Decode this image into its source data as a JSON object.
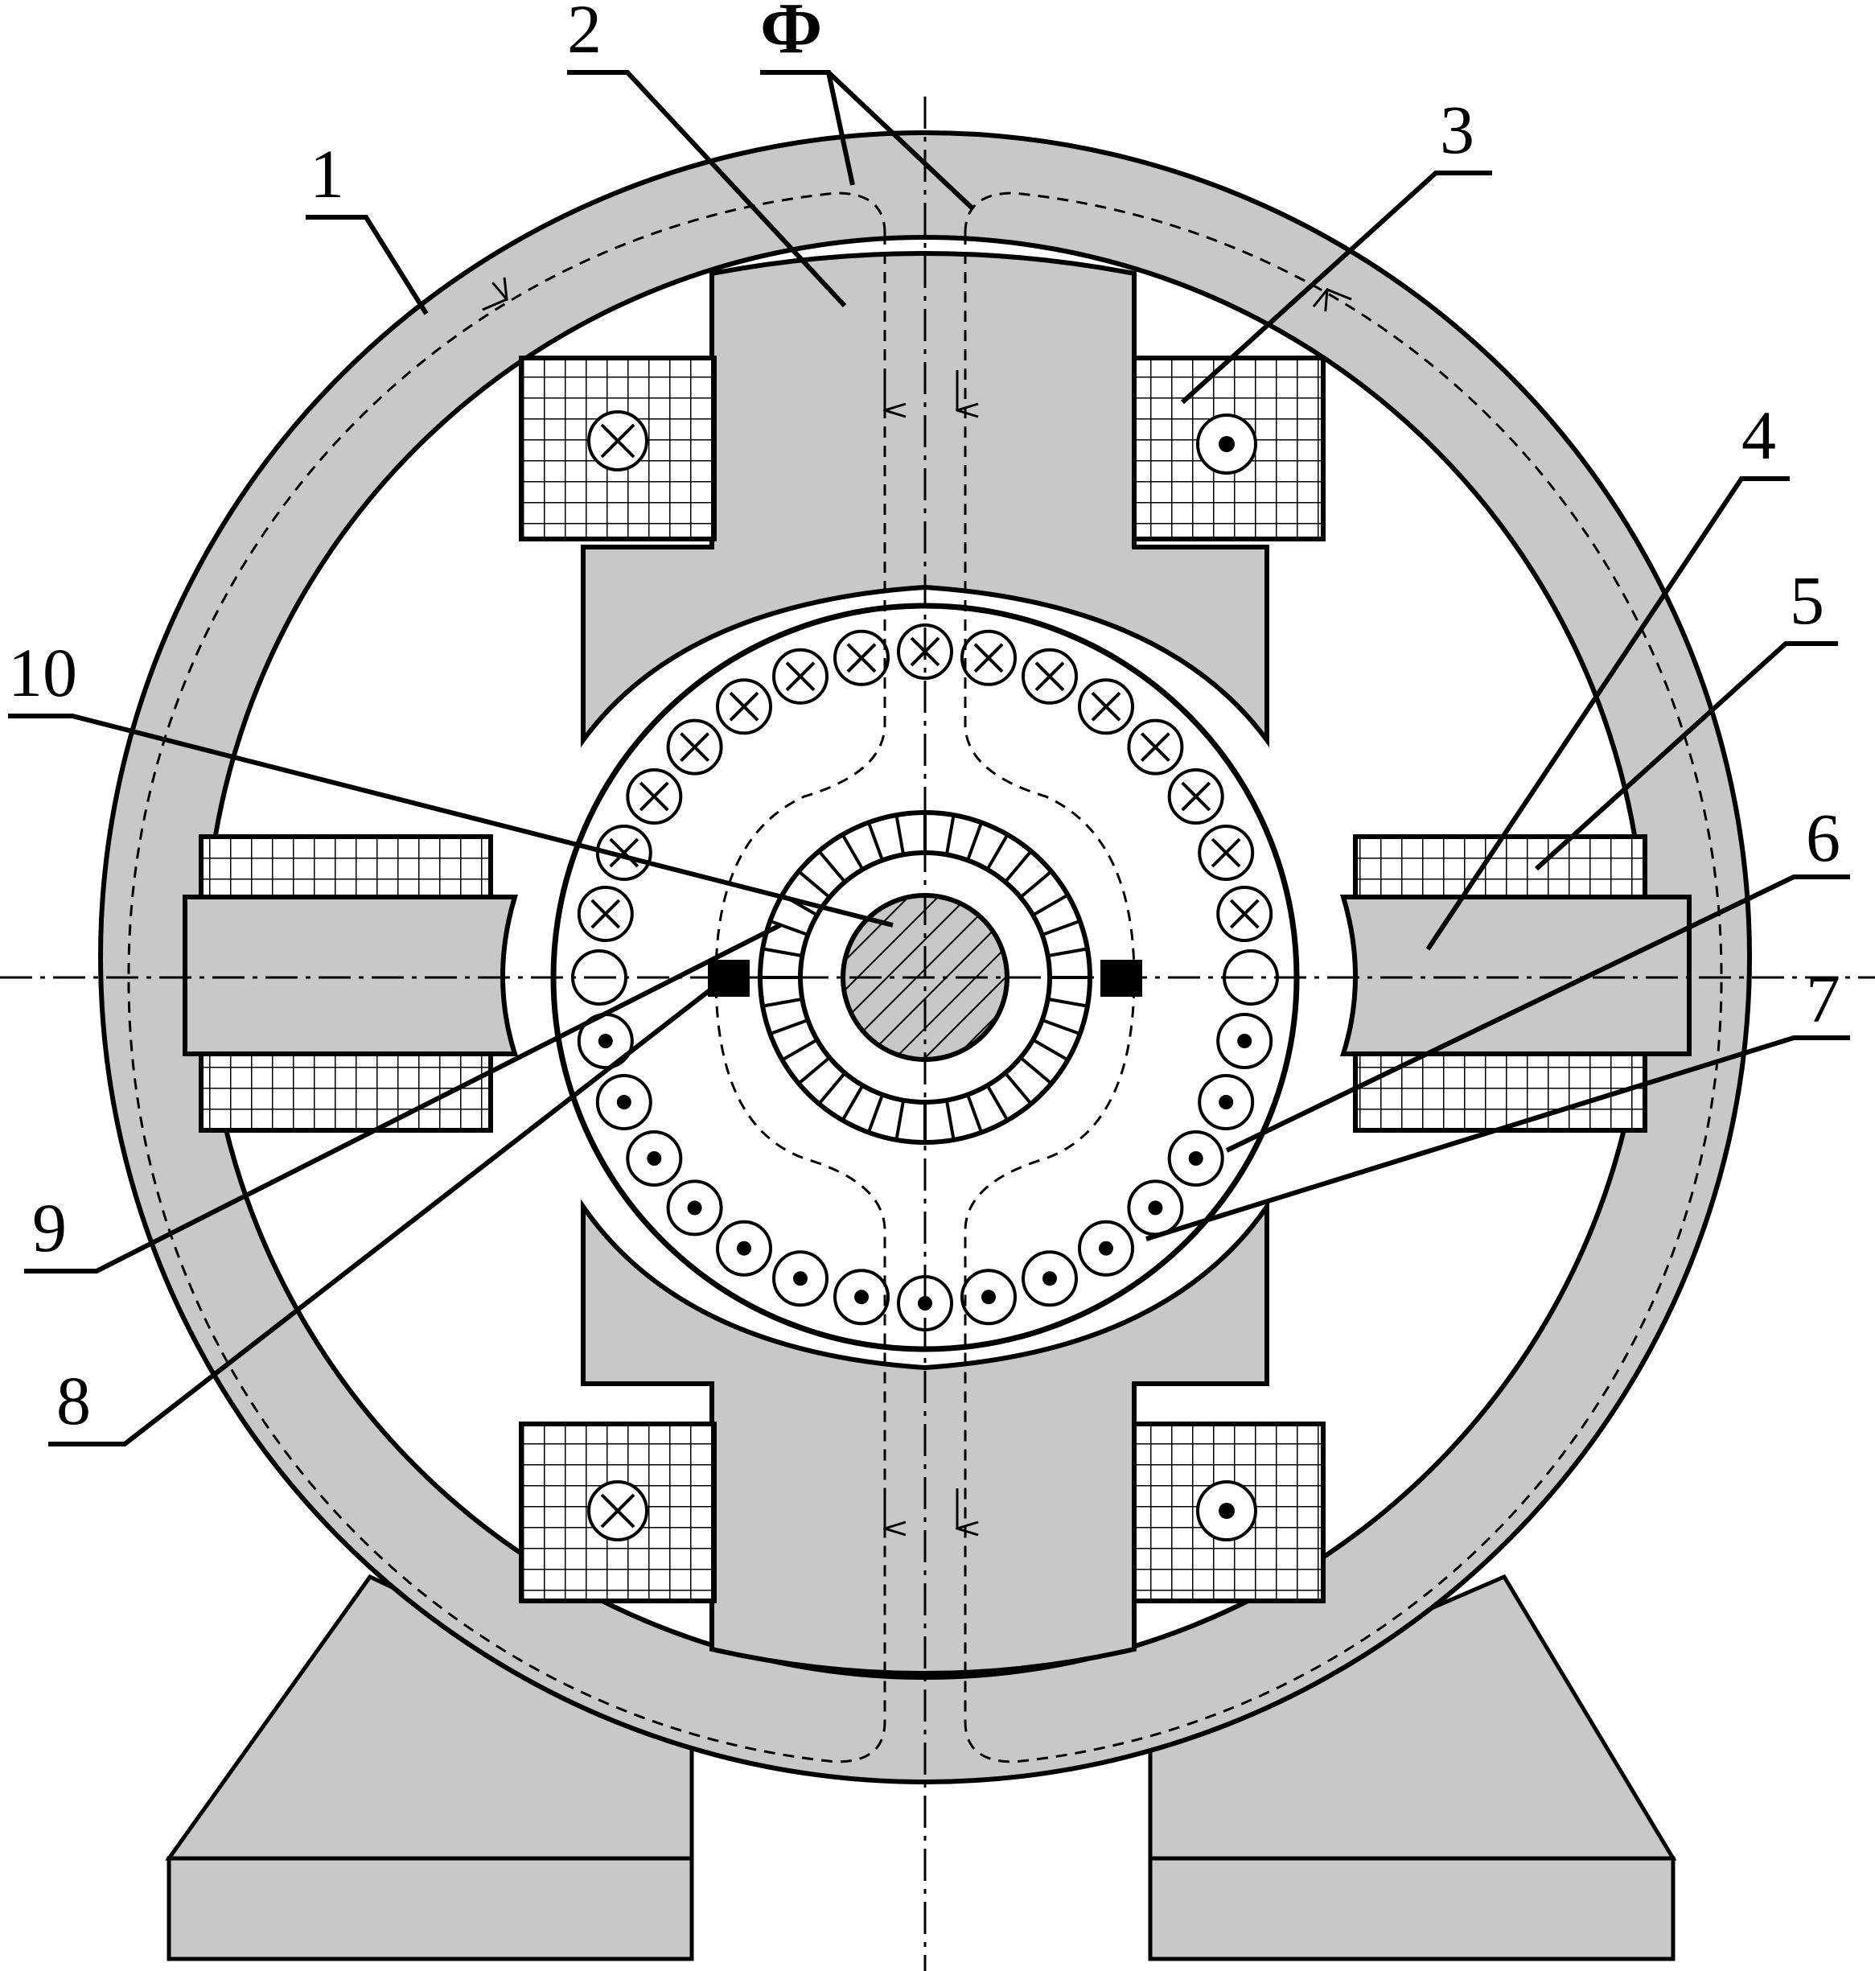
{
  "labels": {
    "n1": "1",
    "n2": "2",
    "n3": "3",
    "n4": "4",
    "n5": "5",
    "n6": "6",
    "n7": "7",
    "n8": "8",
    "n9": "9",
    "n10": "10",
    "phi": "Ф"
  },
  "colors": {
    "steel": "#c8c8c8",
    "line": "#000000",
    "background": "#ffffff"
  }
}
